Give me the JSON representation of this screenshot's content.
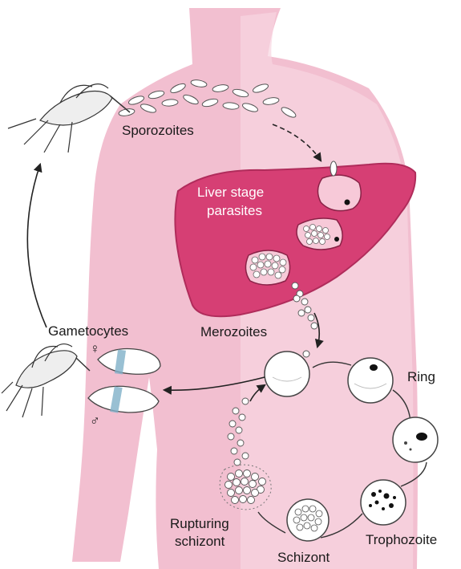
{
  "labels": {
    "sporozoites": "Sporozoites",
    "liver_line1": "Liver stage",
    "liver_line2": "parasites",
    "merozoites": "Merozoites",
    "gametocytes": "Gametocytes",
    "ring": "Ring",
    "trophozoite": "Trophozoite",
    "schizont": "Schizont",
    "rupturing_line1": "Rupturing",
    "rupturing_line2": "schizont"
  },
  "symbols": {
    "female": "♀",
    "male": "♂"
  },
  "colors": {
    "body": "#f2bfd0",
    "body_light": "#f8d6e1",
    "liver": "#d63f74",
    "liver_edge": "#b02c5b",
    "outline": "#333333"
  },
  "icons": {
    "mosquito_top": "mosquito-icon",
    "mosquito_bottom": "mosquito-icon"
  }
}
